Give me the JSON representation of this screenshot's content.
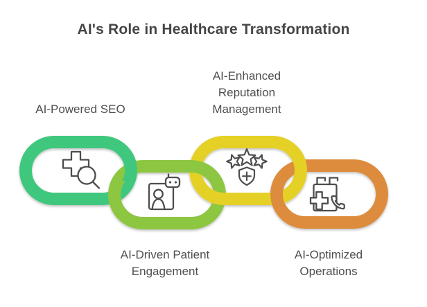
{
  "title": "AI's Role in Healthcare Transformation",
  "background_color": "#FFFFFF",
  "text_color": "#4E4E4E",
  "icon_color": "#4D4D4D",
  "links": [
    {
      "label": "AI-Powered SEO",
      "color": "#3FC77E",
      "icon": "medical-cross-search-icon"
    },
    {
      "label": "AI-Driven Patient Engagement",
      "color": "#8DC63F",
      "icon": "patient-id-card-robot-icon"
    },
    {
      "label": "AI-Enhanced Reputation Management",
      "color": "#E5D127",
      "icon": "rating-stars-shield-icon"
    },
    {
      "label": "AI-Optimized Operations",
      "color": "#DD8C3E",
      "icon": "calendar-phone-icon"
    }
  ]
}
